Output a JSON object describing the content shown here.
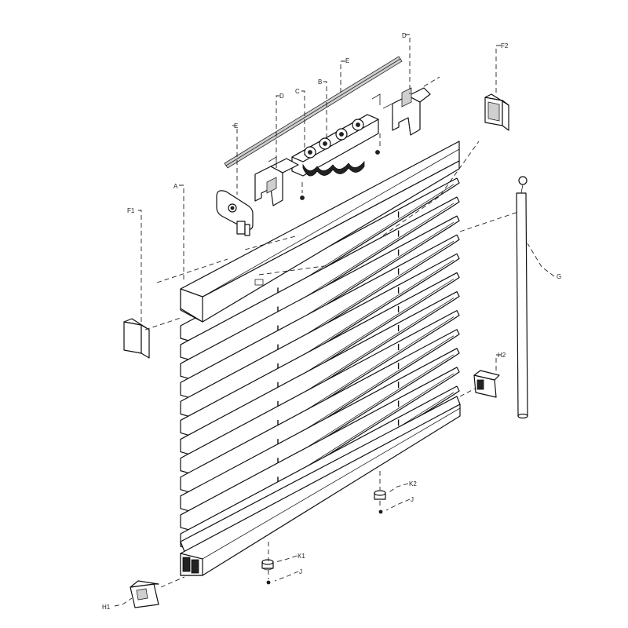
{
  "diagram": {
    "callouts": {
      "A": "A",
      "B": "B",
      "C": "C",
      "D_top": "D",
      "D_mid": "D",
      "E_rod": "E",
      "E_tilter": "E",
      "F1": "F1",
      "F2": "F2",
      "G": "G",
      "H1": "H1",
      "H2": "H2",
      "K1": "K1",
      "K2": "K2",
      "J_upper": "J",
      "J_lower": "J"
    },
    "slat_count": 12,
    "ladder_positions": [
      0.3,
      0.78
    ]
  }
}
